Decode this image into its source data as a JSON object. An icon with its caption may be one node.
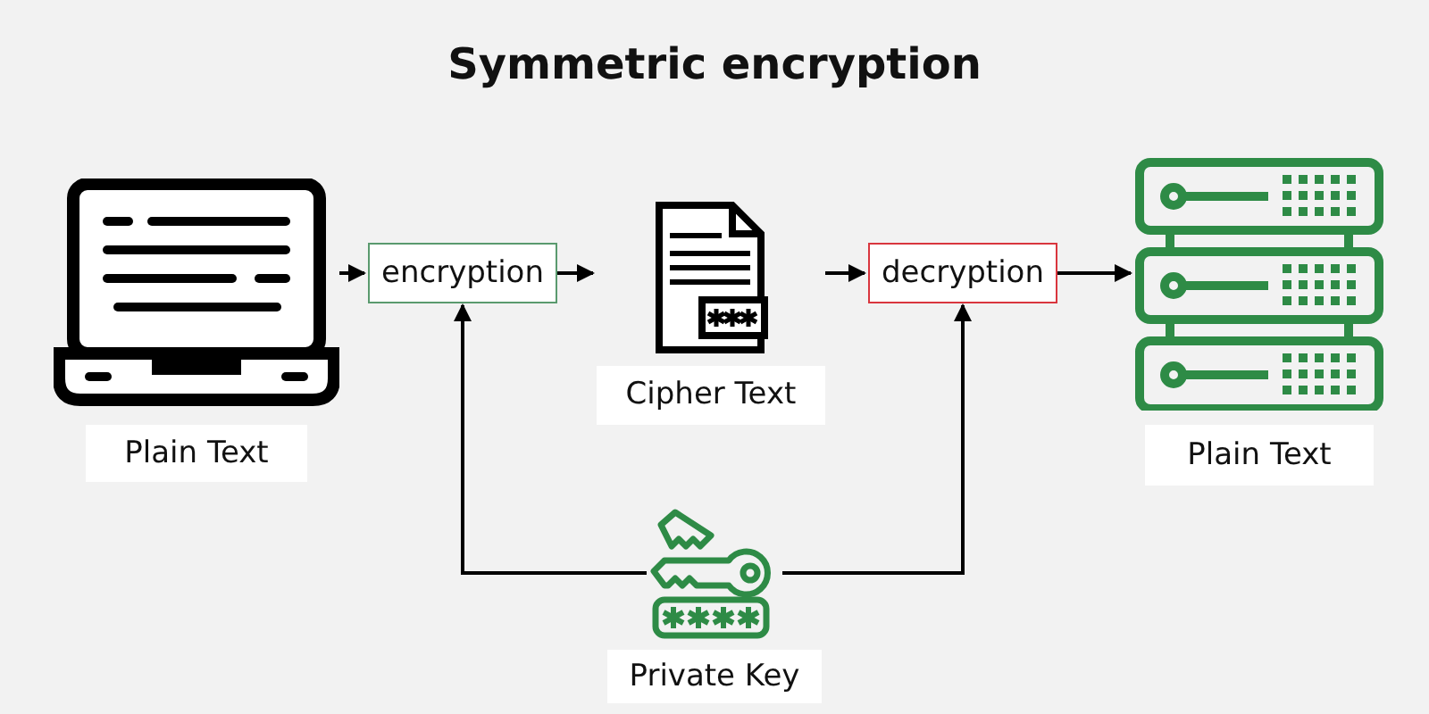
{
  "diagram": {
    "title": "Symmetric encryption",
    "nodes": [
      {
        "text": [
          "Plain Text"
        ]
      },
      {
        "text": [
          "encryption"
        ]
      },
      {
        "text": [
          "Cipher Text"
        ]
      },
      {
        "text": [
          "decryption"
        ]
      },
      {
        "text": [
          "Plain Text"
        ]
      },
      {
        "text": [
          "Private Key"
        ]
      }
    ],
    "edges": [
      {
        "from": 0,
        "to": 1,
        "arrow": "to"
      },
      {
        "from": 1,
        "to": 2,
        "arrow": "to"
      },
      {
        "from": 2,
        "to": 3,
        "arrow": "to"
      },
      {
        "from": 3,
        "to": 4,
        "arrow": "to"
      },
      {
        "from": 5,
        "to": 1,
        "arrow": "to"
      },
      {
        "from": 5,
        "to": 3,
        "arrow": "to"
      }
    ]
  }
}
